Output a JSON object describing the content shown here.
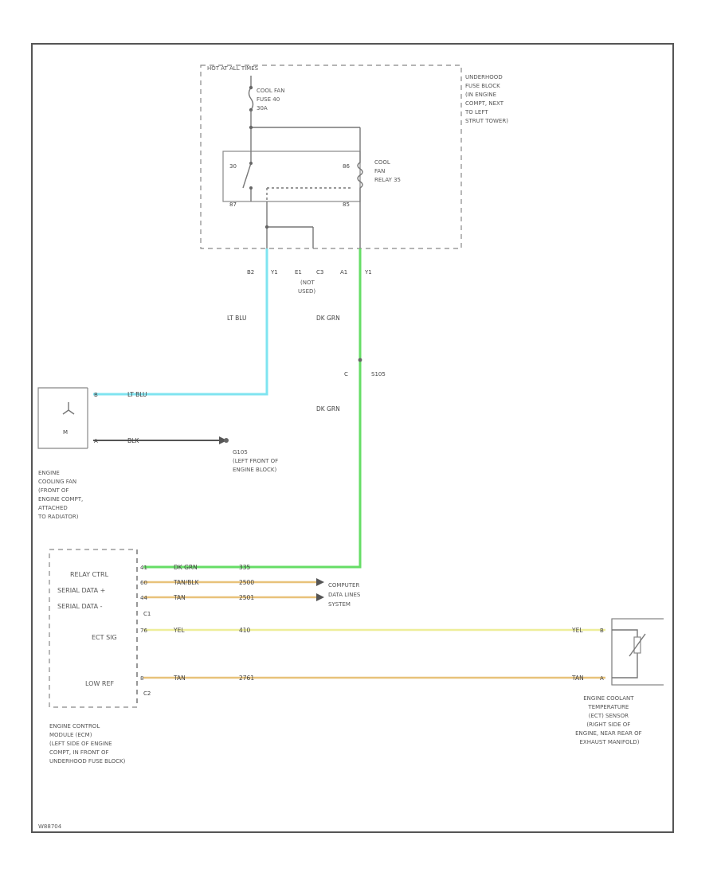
{
  "underhood_box": {
    "top_label": "HOT AT ALL TIMES",
    "side_label": [
      "UNDERHOOD",
      "FUSE BLOCK",
      "(IN ENGINE",
      "COMPT, NEXT",
      "TO LEFT",
      "STRUT TOWER)"
    ]
  },
  "fuse": {
    "lines": [
      "COOL FAN",
      "FUSE 40",
      "30A"
    ]
  },
  "relay": {
    "label": [
      "COOL",
      "FAN",
      "RELAY 35"
    ],
    "pins": {
      "p30": "30",
      "p87": "87",
      "p86": "86",
      "p85": "85"
    }
  },
  "connectors_top": {
    "b2": "B2",
    "y1a": "Y1",
    "e1": "E1",
    "c3": "C3",
    "a1": "A1",
    "y1b": "Y1",
    "not_used": [
      "(NOT",
      "USED)"
    ]
  },
  "wires": {
    "lt_blu_top": "LT BLU",
    "dk_grn_top": "DK GRN",
    "dk_grn_mid": "DK GRN",
    "lt_blu_fan": "LT BLU",
    "blk_fan": "BLK",
    "dk_grn_ecm": "DK GRN",
    "dk_grn_ecm_circ": "335",
    "tan_blk": "TAN/BLK",
    "tan_blk_circ": "2500",
    "tan": "TAN",
    "tan_circ": "2501",
    "yel": "YEL",
    "yel_circ": "410",
    "yel_right": "YEL",
    "tan_low": "TAN",
    "tan_low_circ": "2761",
    "tan_right": "TAN"
  },
  "splice": {
    "pin": "C",
    "name": "S105"
  },
  "cooling_fan": {
    "pin_b": "B",
    "pin_a": "A",
    "label": [
      "ENGINE",
      "COOLING FAN",
      "(FRONT OF",
      "ENGINE COMPT,",
      "ATTACHED",
      "TO RADIATOR)"
    ]
  },
  "ground": {
    "label": [
      "G105",
      "(LEFT FRONT OF",
      "ENGINE BLOCK)"
    ]
  },
  "ecm": {
    "rows": [
      "RELAY CTRL",
      "SERIAL DATA +",
      "SERIAL DATA -",
      "ECT SIG",
      "LOW REF"
    ],
    "pins": [
      "41",
      "60",
      "44",
      "76",
      "8"
    ],
    "connectors": [
      "C1",
      "C2"
    ],
    "label": [
      "ENGINE CONTROL",
      "MODULE (ECM)",
      "(LEFT SIDE OF ENGINE",
      "COMPT, IN FRONT OF",
      "UNDERHOOD FUSE BLOCK)"
    ]
  },
  "computer_data": {
    "label": [
      "COMPUTER",
      "DATA LINES",
      "SYSTEM"
    ]
  },
  "ect_sensor": {
    "pin_b": "B",
    "pin_a": "A",
    "label": [
      "ENGINE COOLANT",
      "TEMPERATURE",
      "(ECT) SENSOR",
      "(RIGHT SIDE OF",
      "ENGINE, NEAR REAR OF",
      "EXHAUST MANIFOLD)"
    ]
  },
  "footer": {
    "code": "W88704"
  },
  "colors": {
    "lt_blu": "#7fe4f0",
    "dk_grn": "#66dd66",
    "tan": "#e8c27a",
    "yel": "#eeee99",
    "blk": "#555555"
  }
}
